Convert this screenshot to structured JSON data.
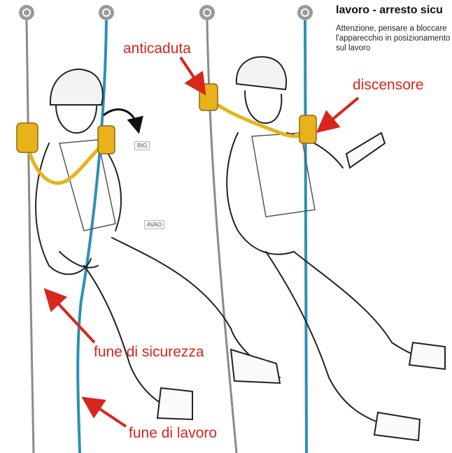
{
  "title": "lavoro - arresto sicu",
  "note": "Attenzione, pensare a bloccare l'apparecchio in posizionamento sul lavoro",
  "labels": {
    "anticaduta": "anticaduta",
    "discensore": "discensore",
    "fune_sicurezza": "fune di sicurezza",
    "fune_lavoro": "fune di lavoro"
  },
  "tags": {
    "rig": "RIG",
    "avao": "AVAO"
  },
  "colors": {
    "blue_rope": "#2f8fb5",
    "grey_rope": "#8a8a8a",
    "annotation_red": "#d8261c",
    "device_yellow": "#e8b21a",
    "anchor_grey": "#9a9a9a"
  },
  "icons": [
    "anchor-icon",
    "rotate-arrow-icon"
  ]
}
